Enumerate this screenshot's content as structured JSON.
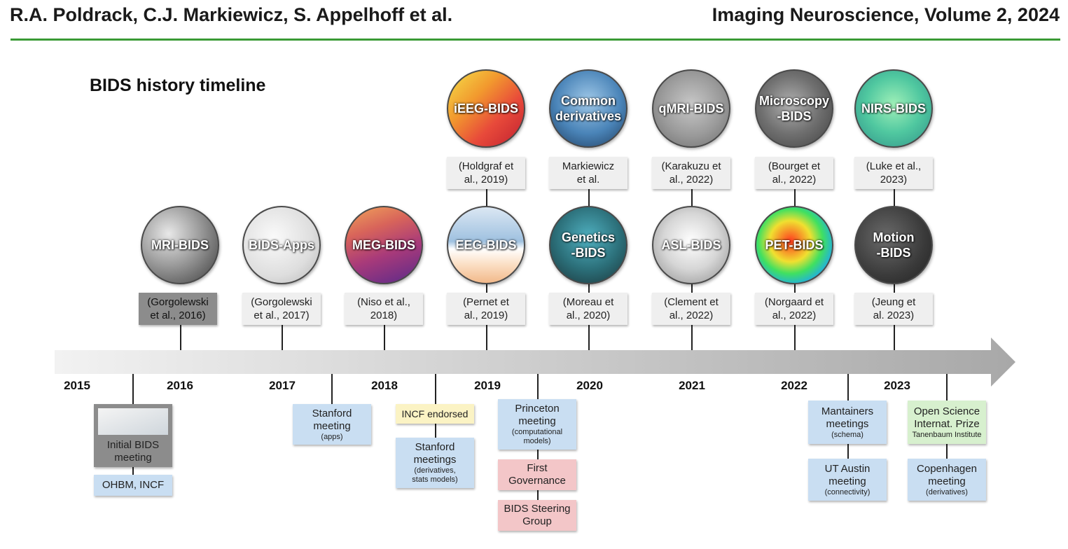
{
  "header": {
    "authors": "R.A. Poldrack, C.J. Markiewicz, S. Appelhoff et al.",
    "journal": "Imaging Neuroscience, Volume 2, 2024"
  },
  "title": "BIDS history timeline",
  "colors": {
    "rule": "#3a9a35",
    "event_blue": "#c9def2",
    "event_pink": "#f3c6c8",
    "event_yellow": "#fbf3c4",
    "event_green": "#d7f0ce",
    "citation_gray": "#efefef"
  },
  "years": [
    "2015",
    "2016",
    "2017",
    "2018",
    "2019",
    "2020",
    "2021",
    "2022",
    "2023"
  ],
  "milestones": {
    "mri": {
      "label": "MRI-BIDS",
      "citation": "(Gorgolewski\net al., 2016)"
    },
    "apps": {
      "label": "BIDS-Apps",
      "citation": "(Gorgolewski\net al., 2017)"
    },
    "meg": {
      "label": "MEG-BIDS",
      "citation": "(Niso et al.,\n2018)"
    },
    "eeg": {
      "label": "EEG-BIDS",
      "citation": "(Pernet et\nal., 2019)"
    },
    "ieeg": {
      "label": "iEEG-BIDS",
      "citation": "(Holdgraf et\nal., 2019)"
    },
    "genetics": {
      "label": "Genetics\n-BIDS",
      "citation": "(Moreau et\nal., 2020)"
    },
    "derivatives": {
      "label": "Common\nderivatives",
      "citation": "Markiewicz\net al."
    },
    "asl": {
      "label": "ASL-BIDS",
      "citation": "(Clement et\nal., 2022)"
    },
    "qmri": {
      "label": "qMRI-BIDS",
      "citation": "(Karakuzu et\nal., 2022)"
    },
    "pet": {
      "label": "PET-BIDS",
      "citation": "(Norgaard et\nal., 2022)"
    },
    "microscopy": {
      "label": "Microscopy\n-BIDS",
      "citation": "(Bourget et\nal., 2022)"
    },
    "motion": {
      "label": "Motion\n-BIDS",
      "citation": "(Jeung et\nal. 2023)"
    },
    "nirs": {
      "label": "NIRS-BIDS",
      "citation": "(Luke et al.,\n2023)"
    }
  },
  "events": {
    "initial": {
      "title": "Initial BIDS\nmeeting"
    },
    "ohbm": {
      "title": "OHBM, INCF"
    },
    "stanford_apps": {
      "title": "Stanford\nmeeting",
      "sub": "(apps)"
    },
    "incf": {
      "title": "INCF endorsed"
    },
    "stanford_deriv": {
      "title": "Stanford\nmeetings",
      "sub": "(derivatives,\nstats models)"
    },
    "princeton": {
      "title": "Princeton\nmeeting",
      "sub": "(computational\nmodels)"
    },
    "governance": {
      "title": "First\nGovernance"
    },
    "steering": {
      "title": "BIDS Steering\nGroup"
    },
    "maintainers": {
      "title": "Mantainers\nmeetings",
      "sub": "(schema)"
    },
    "utaustin": {
      "title": "UT Austin\nmeeting",
      "sub": "(connectivity)"
    },
    "prize": {
      "title": "Open Science\nInternat. Prize",
      "sub": "Tanenbaum Institute"
    },
    "copenhagen": {
      "title": "Copenhagen\nmeeting",
      "sub": "(derivatives)"
    }
  }
}
